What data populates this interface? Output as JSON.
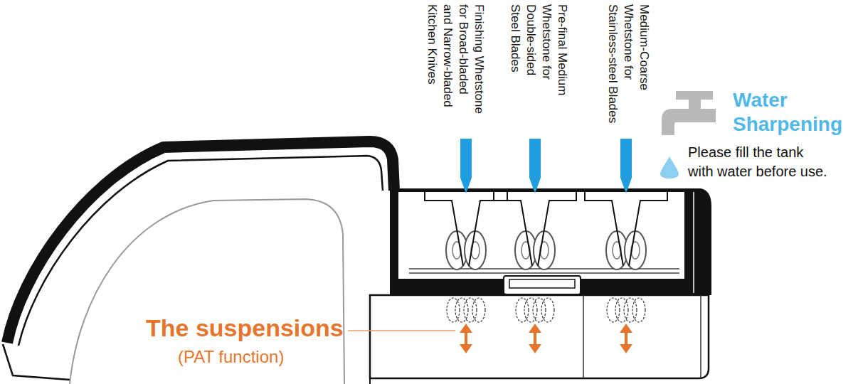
{
  "diagram": {
    "labels": [
      "Finishing Whetstone for Broad-bladed and Narrow-bladed Kitchen Knives",
      "Pre-final Medium Whetstone for Double-sided Steel Blades",
      "Medium-Coarse Whetstone for Stainless-steel Blades",
      "Water Sharpening",
      "Please fill the tank with water before use.",
      "The suspensions",
      "(PAT function)"
    ]
  }
}
